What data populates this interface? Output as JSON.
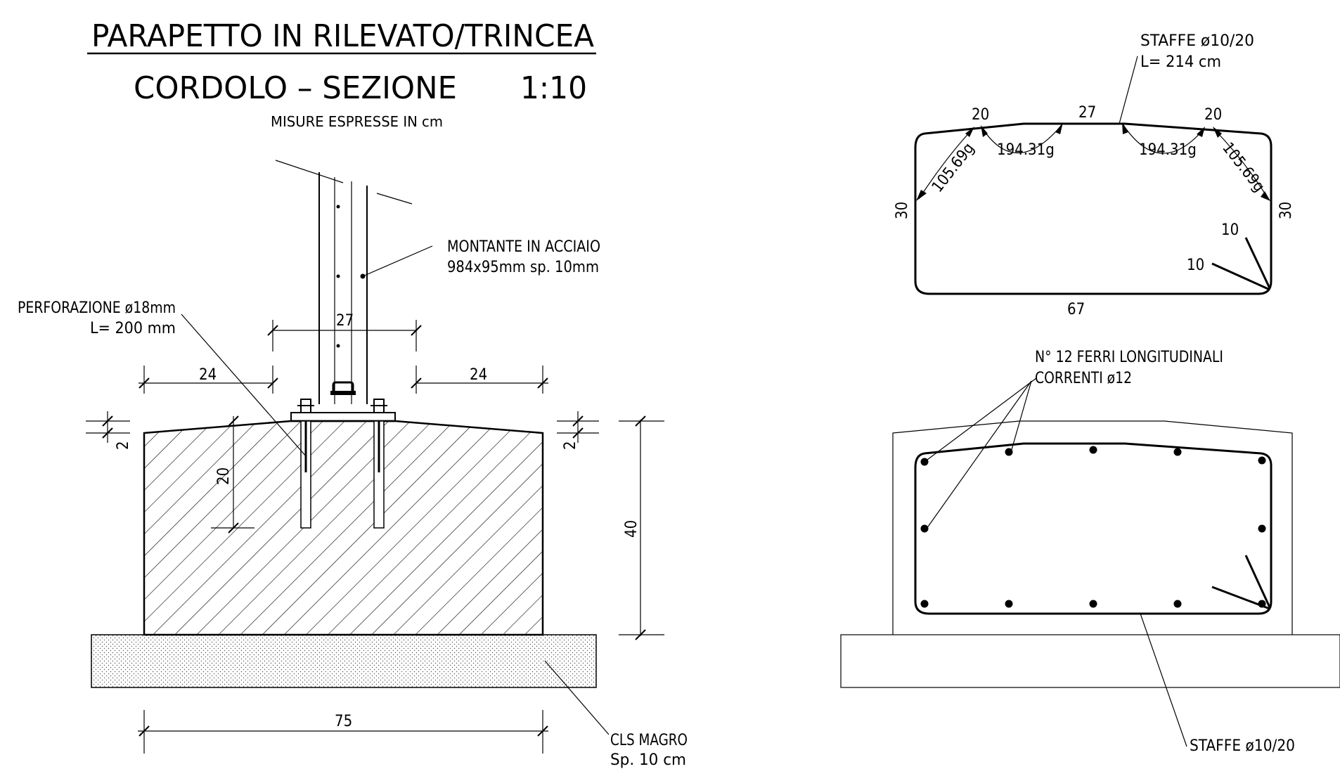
{
  "title": {
    "line1": "PARAPETTO IN RILEVATO/TRINCEA",
    "line2": "CORDOLO – SEZIONE",
    "scale": "1:10",
    "units_note": "MISURE ESPRESSE IN cm"
  },
  "section": {
    "post_label_1": "MONTANTE IN ACCIAIO",
    "post_label_2": "984x95mm sp. 10mm",
    "drill_label_1": "PERFORAZIONE ø18mm",
    "drill_label_2": "L= 200 mm",
    "dim_post_width": "27",
    "dim_left_offset": "24",
    "dim_right_offset": "24",
    "dim_slope_left": "2",
    "dim_slope_right": "2",
    "dim_anchor_depth": "20",
    "dim_height": "40",
    "dim_total_width": "75",
    "blinding_label_1": "CLS MAGRO",
    "blinding_label_2": "Sp. 10 cm"
  },
  "stirrup": {
    "label_1": "STAFFE ø10/20",
    "label_2": "L= 214 cm",
    "dim_top_left": "20",
    "dim_top_center": "27",
    "dim_top_right": "20",
    "angle_left_outer": "105.69g",
    "angle_left_inner": "194.31g",
    "angle_right_inner": "194.31g",
    "angle_right_outer": "105.69g",
    "dim_left_height": "30",
    "dim_right_height": "30",
    "hook_1": "10",
    "hook_2": "10",
    "dim_bottom": "67"
  },
  "reinforcement": {
    "bars_label_1": "N° 12 FERRI LONGITUDINALI",
    "bars_label_2": "CORRENTI ø12",
    "stirrup_label": "STAFFE ø10/20"
  }
}
